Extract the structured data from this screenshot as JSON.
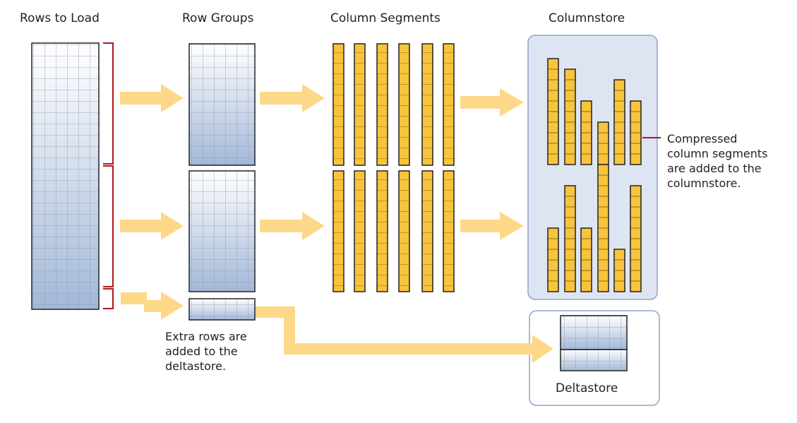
{
  "headers": {
    "rows_to_load": "Rows to Load",
    "row_groups": "Row Groups",
    "column_segments": "Column Segments",
    "columnstore": "Columnstore"
  },
  "notes": {
    "compressed": "Compressed\ncolumn segments\nare added to the\ncolumnstore.",
    "extra_rows": "Extra rows are\nadded to the\ndeltastore."
  },
  "deltastore_label": "Deltastore",
  "colors": {
    "arrow": "#fdd888",
    "segment_fill": "#f8c43c",
    "store_bg": "#dde5f2",
    "store_border": "#8ea4cc",
    "grid_top": "#ffffff",
    "grid_bottom": "#a3b8d8",
    "bracket": "#b01818"
  },
  "columnstore_bars": {
    "group_1": [
      10,
      9,
      6,
      4,
      8,
      6
    ],
    "group_2": [
      6,
      10,
      6,
      12,
      4,
      10
    ]
  }
}
